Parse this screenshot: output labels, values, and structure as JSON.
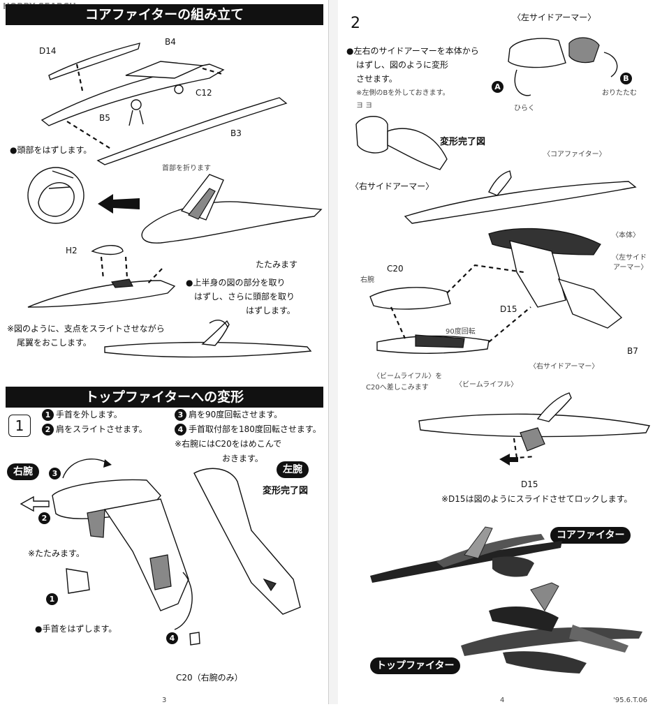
{
  "watermark": "HOBBY SEARCH",
  "left": {
    "header": "コアファイターの組み立て",
    "parts": {
      "d14": "D14",
      "b4": "B4",
      "c12": "C12",
      "b5": "B5",
      "b3": "B3",
      "h2": "H2"
    },
    "notes": {
      "remove_head": "●頭部をはずします。",
      "faded_fold": "首部を折ります",
      "fold": "たたみます",
      "upper_body_1": "●上半身の図の部分を取り",
      "upper_body_2": "はずし、さらに頭部を取り",
      "upper_body_3": "はずします。",
      "slide_1": "※図のように、支点をスライトさせながら",
      "slide_2": "尾翼をおこします。"
    },
    "section2_header": "トップファイターへの変形",
    "step_number": "1",
    "steps": {
      "s1_num": "1",
      "s1": "手首を外します。",
      "s2_num": "2",
      "s2": "肩をスライトさせます。",
      "s3_num": "3",
      "s3": "肩を90度回転させます。",
      "s4_num": "4",
      "s4": "手首取付部を180度回転させます。",
      "note_1": "※右腕にはC20をはめこんで",
      "note_2": "おきます。"
    },
    "labels": {
      "right_arm": "右腕",
      "left_arm": "左腕",
      "complete": "変形完了図",
      "fold_note": "※たたみます。",
      "remove_wrist": "●手首をはずします。",
      "c20_right_only": "C20（右腕のみ）",
      "mark1": "1",
      "mark2": "2",
      "mark3": "3",
      "mark4": "4"
    },
    "page_number": "3"
  },
  "right": {
    "step_number": "2",
    "left_side_armor": "〈左サイドアーマー〉",
    "armor_note_1": "●左右のサイドアーマーを本体から",
    "armor_note_2": "はずし、図のように変形",
    "armor_note_3": "させます。",
    "faded_note": "※左側のBを外しておきます。",
    "faded_note2": "ヨ ヨ",
    "mark_a": "A",
    "mark_b": "B",
    "faded_fold": "おりたたむ",
    "faded_open": "ひらく",
    "complete": "変形完了図",
    "faded_core": "〈コアファイター〉",
    "right_side_armor": "〈右サイドアーマー〉",
    "faded_body": "〈本体〉",
    "faded_left_armor_1": "〈左サイド",
    "faded_left_armor_2": "アーマー〉",
    "c20": "C20",
    "faded_right": "右腕",
    "d15": "D15",
    "faded_rotate": "90度回転",
    "b7": "B7",
    "faded_right_armor": "〈右サイドアーマー〉",
    "faded_beam_1": "〈ビームライフル〉を",
    "faded_beam_2": "C20へ差しこみます",
    "faded_beam_rifle": "〈ビームライフル〉",
    "d15_bottom": "D15",
    "lock_note": "※D15は図のようにスライドさせてロックします。",
    "core_fighter_tag": "コアファイター",
    "top_fighter_tag": "トップファイター",
    "page_number": "4",
    "print_code": "'95.6.T.06"
  }
}
